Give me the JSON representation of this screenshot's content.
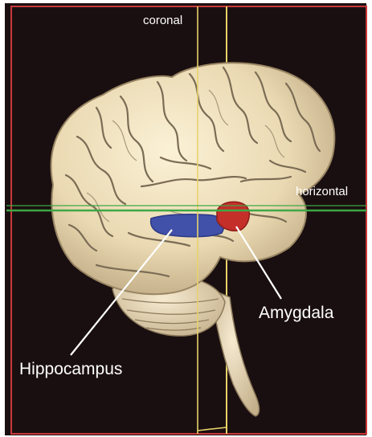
{
  "figure": {
    "colors": {
      "background": "#1a0f10",
      "frame": "#c8383a",
      "coronal_plane": "#e7d36a",
      "horizontal_plane": "#3ea845",
      "brain_surface": "#eee1bf",
      "sulci": "#7b6c55",
      "hippocampus": "#4150a8",
      "amygdala": "#c42f2a",
      "label_text": "#ffffff"
    },
    "planes": {
      "coronal": "coronal",
      "horizontal": "horizontal"
    },
    "structures": {
      "hippocampus": "Hippocampus",
      "amygdala": "Amygdala"
    }
  }
}
